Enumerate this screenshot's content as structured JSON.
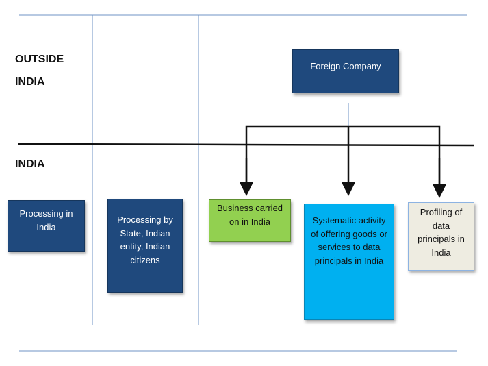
{
  "regions": {
    "outside_label": "OUTSIDE\nINDIA",
    "inside_label": "INDIA"
  },
  "boxes": {
    "foreign_company": "Foreign Company",
    "processing_in_india": "Processing in India",
    "processing_by_state": "Processing by State, Indian entity, Indian citizens",
    "business_carried_on": "Business carried on in India",
    "systematic_activity": "Systematic activity of offering goods or services to data principals in India",
    "profiling": "Profiling of data principals in India"
  },
  "colors": {
    "dark_box": "#1f497d",
    "green_box": "#92d050",
    "cyan_box": "#00b0f0",
    "beige_box": "#eeece1",
    "rule_line": "#6f93c4"
  }
}
